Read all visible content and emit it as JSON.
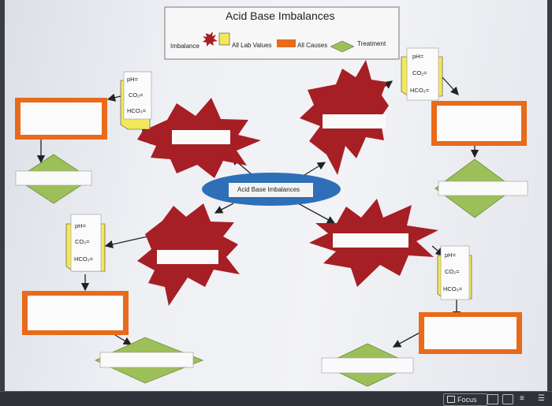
{
  "diagram": {
    "title": "Acid Base Imbalances",
    "center_label": "Acid Base Imbalances",
    "legend": {
      "imbalance": "Imbalance",
      "lab_values": "All Lab Values",
      "causes": "All Causes",
      "treatment": "Treatment"
    },
    "lab_card": {
      "ph": "pH=",
      "co2": "CO₂=",
      "hco3": "HCO₃="
    }
  },
  "colors": {
    "imbalance": "#a61f24",
    "lab_values": "#f2e85a",
    "causes": "#e86a1a",
    "treatment": "#9dbf5a",
    "center": "#2f6fb8"
  },
  "statusbar": {
    "focus_label": "Focus"
  }
}
